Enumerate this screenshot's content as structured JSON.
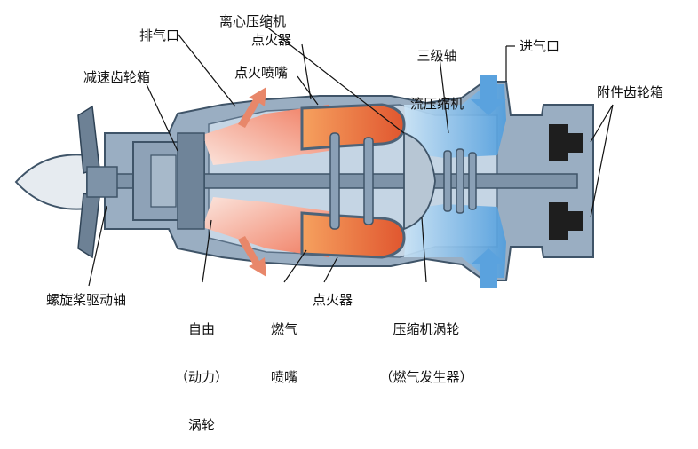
{
  "labels": {
    "exhaust": "排气口",
    "reduction_gearbox": "减速齿轮箱",
    "centrifugal_compressor": "离心压缩机",
    "igniter_top": "点火器",
    "igniter_nozzle": "点火喷嘴",
    "axial_compressor_line1": "三级轴",
    "axial_compressor_line2": "流压缩机",
    "air_inlet": "进气口",
    "accessory_gearbox": "附件齿轮箱",
    "propeller_shaft": "螺旋桨驱动轴",
    "free_turbine_line1": "自由",
    "free_turbine_line2": "（动力）",
    "free_turbine_line3": "涡轮",
    "fuel_nozzle_line1": "燃气",
    "fuel_nozzle_line2": "喷嘴",
    "igniter_bottom": "点火器",
    "compressor_turbine_line1": "压缩机涡轮",
    "compressor_turbine_line2": "（燃气发生器）"
  },
  "colors": {
    "casing": "#8fa3b8",
    "casing_dark": "#4d6378",
    "combustor": "#e8834a",
    "hot_gas": "#f5b7a4",
    "cold_air": "#8fc3ec",
    "shaft": "#6b7f93"
  }
}
